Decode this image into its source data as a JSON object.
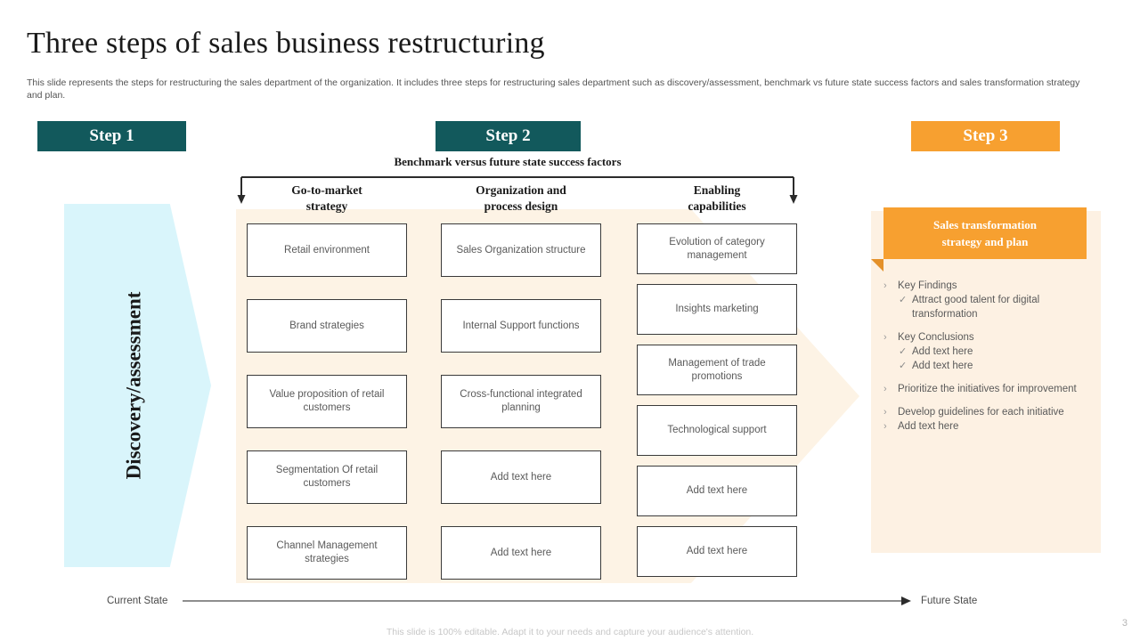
{
  "slide": {
    "title": "Three steps of sales business restructuring",
    "subtitle": "This slide represents the steps for restructuring the sales department of the organization. It includes three steps for restructuring sales department such as discovery/assessment, benchmark vs future state success factors and sales transformation strategy and plan.",
    "page_number": "3",
    "footer_note": "This slide is 100% editable. Adapt it to your needs and capture your audience's attention."
  },
  "colors": {
    "teal": "#12595C",
    "orange": "#F7A030",
    "cyan_arrow": "#D9F5FB",
    "beige_arrow": "#FDF3E5",
    "panel_bg": "#FDF1E3"
  },
  "steps": {
    "step1": {
      "label": "Step 1"
    },
    "step2": {
      "label": "Step 2",
      "caption": "Benchmark versus future state success factors"
    },
    "step3": {
      "label": "Step 3"
    }
  },
  "left_arrow": {
    "label": "Discovery/assessment"
  },
  "columns": [
    {
      "header": "Go-to-market\nstrategy",
      "header_line1": "Go-to-market",
      "header_line2": "strategy",
      "boxes": [
        "Retail environment",
        "Brand strategies",
        "Value proposition of retail customers",
        "Segmentation Of retail customers",
        "Channel Management strategies"
      ]
    },
    {
      "header": "Organization and\nprocess design",
      "header_line1": "Organization  and",
      "header_line2": "process design",
      "boxes": [
        "Sales Organization structure",
        "Internal Support functions",
        "Cross-functional integrated planning",
        "Add text here",
        "Add text here"
      ]
    },
    {
      "header": "Enabling\ncapabilities",
      "header_line1": "Enabling",
      "header_line2": "capabilities",
      "boxes": [
        "Evolution of category management",
        "Insights marketing",
        "Management of trade promotions",
        "Technological support",
        "Add text here",
        "Add text here"
      ]
    }
  ],
  "right_panel": {
    "header_line1": "Sales transformation",
    "header_line2": "strategy and plan",
    "header": "Sales transformation strategy and plan",
    "groups": [
      {
        "main": "Key Findings",
        "marker": "›",
        "subs": [
          {
            "marker": "✓",
            "text": "Attract good talent for digital transformation"
          }
        ]
      },
      {
        "main": "Key Conclusions",
        "marker": "›",
        "subs": [
          {
            "marker": "✓",
            "text": "Add text here"
          },
          {
            "marker": "✓",
            "text": "Add text here"
          }
        ]
      },
      {
        "main": "Prioritize the initiatives for improvement",
        "marker": "›",
        "subs": []
      },
      {
        "main": "Develop guidelines for each initiative",
        "marker": "›",
        "subs": []
      },
      {
        "main": "Add text here",
        "marker": "›",
        "subs": []
      }
    ]
  },
  "axis": {
    "left_label": "Current State",
    "right_label": "Future State"
  }
}
